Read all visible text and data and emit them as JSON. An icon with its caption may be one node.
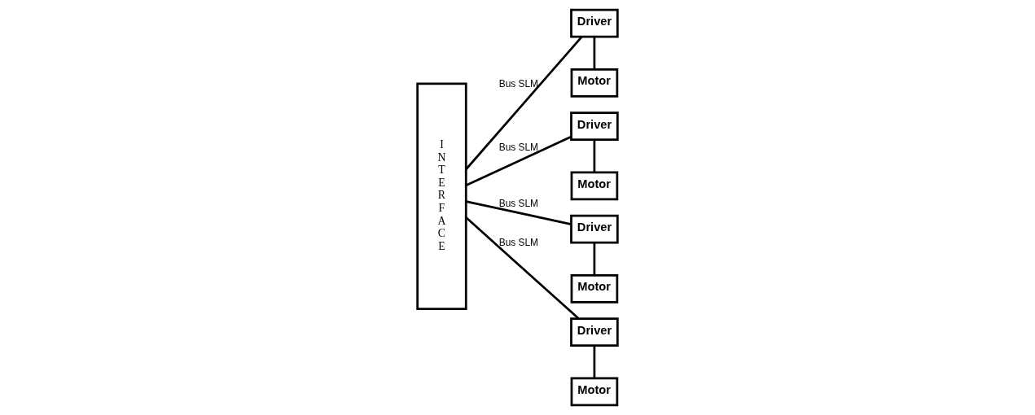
{
  "diagram": {
    "nodes": [
      {
        "text": [
          "INTERFACE"
        ]
      },
      {
        "text": [
          "Driver"
        ]
      },
      {
        "text": [
          "Motor"
        ]
      },
      {
        "text": [
          "Driver"
        ]
      },
      {
        "text": [
          "Motor"
        ]
      },
      {
        "text": [
          "Driver"
        ]
      },
      {
        "text": [
          "Motor"
        ]
      },
      {
        "text": [
          "Driver"
        ]
      },
      {
        "text": [
          "Motor"
        ]
      }
    ],
    "edges": [
      {
        "from": 0,
        "to": 1,
        "arrow": "none",
        "label": "Bus SLM"
      },
      {
        "from": 1,
        "to": 2,
        "arrow": "none"
      },
      {
        "from": 0,
        "to": 3,
        "arrow": "none",
        "label": "Bus SLM"
      },
      {
        "from": 3,
        "to": 4,
        "arrow": "none"
      },
      {
        "from": 0,
        "to": 5,
        "arrow": "none",
        "label": "Bus SLM"
      },
      {
        "from": 5,
        "to": 6,
        "arrow": "none"
      },
      {
        "from": 0,
        "to": 7,
        "arrow": "none",
        "label": "Bus SLM"
      },
      {
        "from": 7,
        "to": 8,
        "arrow": "none"
      }
    ]
  }
}
